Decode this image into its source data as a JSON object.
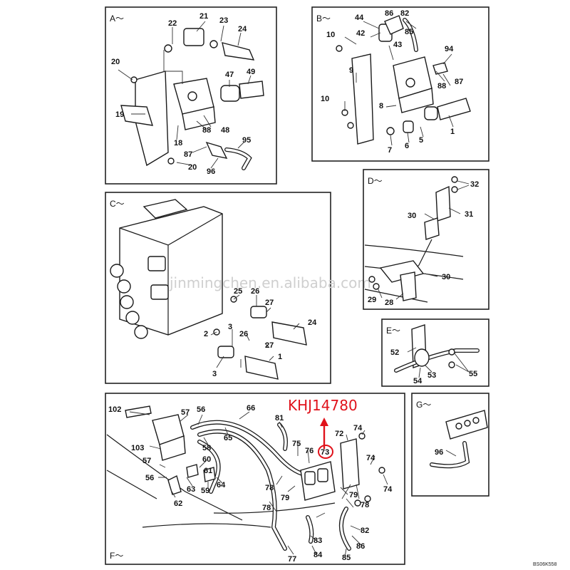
{
  "watermark": "jinmingchen.en.alibaba.com",
  "callout": {
    "text": "KHJ14780",
    "color": "#e0121b",
    "target_label": "73"
  },
  "reference_code": "BS06K558",
  "panels": [
    {
      "id": "A",
      "title": "A～",
      "labels": [
        "22",
        "21",
        "23",
        "24",
        "20",
        "47",
        "49",
        "19",
        "48",
        "88",
        "18",
        "87",
        "95",
        "20",
        "96"
      ]
    },
    {
      "id": "B",
      "title": "B～",
      "labels": [
        "44",
        "86",
        "82",
        "10",
        "42",
        "85",
        "43",
        "94",
        "9",
        "88",
        "87",
        "10",
        "8",
        "1",
        "7",
        "6",
        "5"
      ]
    },
    {
      "id": "C",
      "title": "C～",
      "labels": [
        "25",
        "26",
        "27",
        "2",
        "3",
        "26",
        "27",
        "24",
        "3",
        "1"
      ]
    },
    {
      "id": "D",
      "title": "D～",
      "labels": [
        "32",
        "30",
        "31",
        "30",
        "29",
        "28"
      ]
    },
    {
      "id": "E",
      "title": "E～",
      "labels": [
        "52",
        "53",
        "55",
        "54"
      ]
    },
    {
      "id": "F",
      "title": "F～",
      "labels": [
        "102",
        "57",
        "56",
        "66",
        "81",
        "72",
        "74",
        "103",
        "58",
        "65",
        "75",
        "76",
        "73",
        "74",
        "57",
        "60",
        "56",
        "61",
        "63",
        "59",
        "64",
        "78",
        "79",
        "74",
        "62",
        "78",
        "79",
        "78",
        "83",
        "82",
        "86",
        "84",
        "85",
        "77"
      ]
    },
    {
      "id": "G",
      "title": "G～",
      "labels": [
        "96"
      ]
    }
  ]
}
